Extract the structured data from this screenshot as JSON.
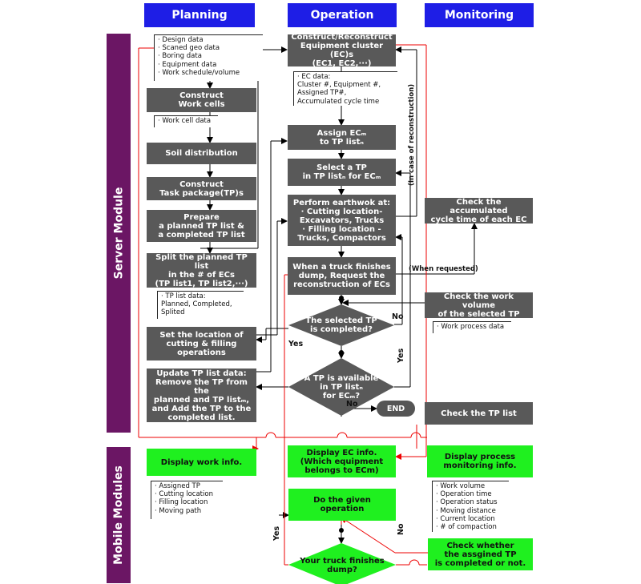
{
  "headers": {
    "planning": "Planning",
    "operation": "Operation",
    "monitoring": "Monitoring"
  },
  "sides": {
    "server": "Server Module",
    "mobile": "Mobile Modules"
  },
  "planning": {
    "input_note": "· Design data\n· Scaned geo data\n· Boring data\n· Equipment data\n· Work schedule/volume",
    "construct_cells": "Construct\nWork cells",
    "work_cell_note": "· Work cell data",
    "soil": "Soil distribution",
    "construct_tp": "Construct\nTask package(TP)s",
    "prepare": "Prepare\na planned TP list &\na completed TP list",
    "split": "Split the planned TP list\nin the # of ECs\n(TP list1, TP list2,···)",
    "tp_note": "· TP list data:\n  Planned, Completed,\n  Splited",
    "set_location": "Set the location of\ncutting & filling\noperations",
    "update": "Update TP list data:\nRemove the TP from the\nplanned and TP listₘ,\nand Add the TP to the\ncompleted list."
  },
  "operation": {
    "construct_ec": "Construct/Reconstruct\nEquipment cluster (EC)s\n(EC1, EC2,···)",
    "ec_note": "· EC data:\nCluster #, Equipment #,\nAssigned TP#,\nAccumulated cycle time",
    "assign": "Assign ECₘ\nto TP listₙ",
    "select": "Select a TP\nin TP listₙ for ECₘ",
    "perform": "Perform earthwok at:\n· Cutting location-\n  Excavators, Trucks\n· Filling location -\n  Trucks, Compactors",
    "truck": "When a truck finishes\ndump, Request the\nreconstruction of ECs",
    "decision1": "The selected TP\nis completed?",
    "decision2": "A TP is available\nin TP listₙ\nfor ECₘ?",
    "end": "END",
    "reconstruction_label": "(In case of reconstruction)",
    "yes": "Yes",
    "no": "No"
  },
  "monitoring": {
    "check_cycle": "Check the accumulated\ncycle time of each EC",
    "when_requested": "(When requested)",
    "check_volume": "Check the work volume\nof the selected TP",
    "work_process_note": "· Work process data",
    "check_tp": "Check the TP list"
  },
  "mobile": {
    "display_work": "Display work info.",
    "work_note": "· Assigned TP\n· Cutting location\n· Filling location\n· Moving path",
    "display_ec": "Display EC info.\n(Which equipment\nbelongs to ECm)",
    "given_op": "Do the given operation",
    "truck_decision": "Your truck finishes\ndump?",
    "display_process": "Display process\nmonitoring info.",
    "process_note": "· Work volume\n· Operation time\n· Operation status\n· Moving distance\n· Current location\n· # of compaction",
    "check_assigned": "Check whether\nthe assgined TP\nis completed or not."
  }
}
